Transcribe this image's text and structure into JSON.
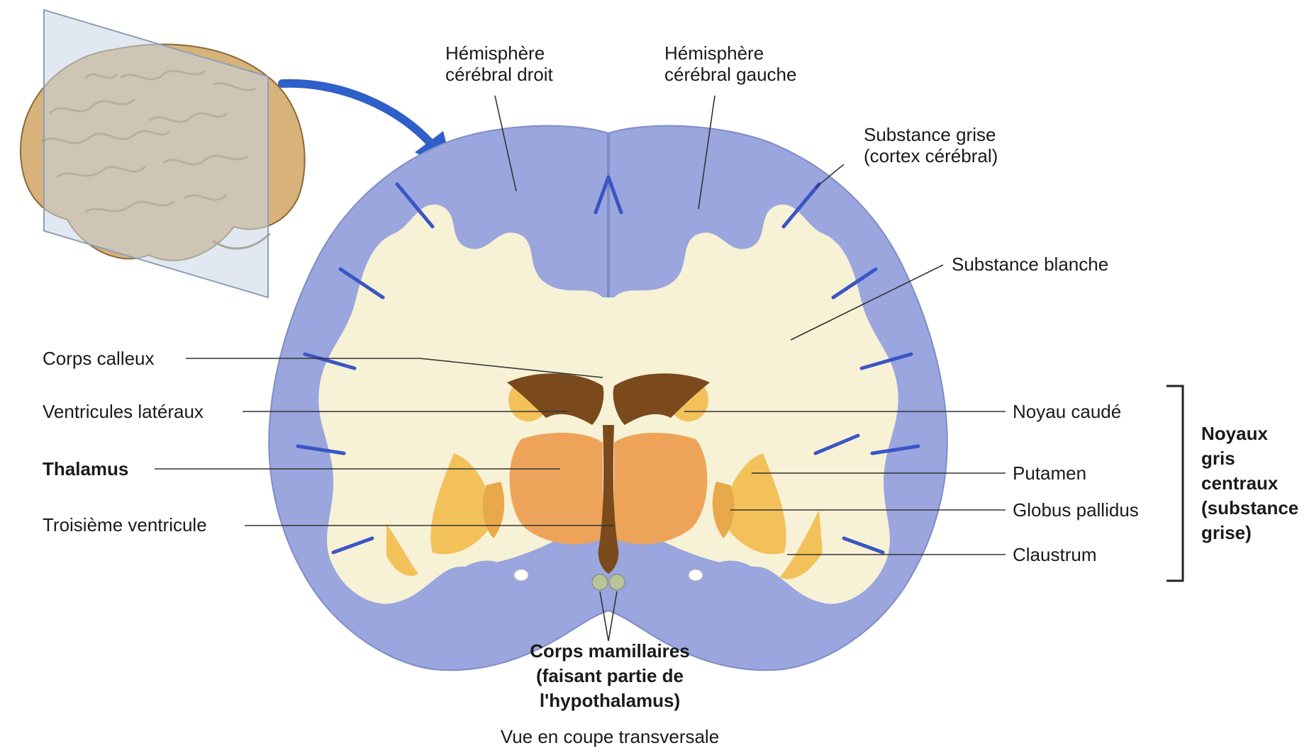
{
  "labels": {
    "hemisphere_right": [
      "Hémisphère",
      "cérébral droit"
    ],
    "hemisphere_left": [
      "Hémisphère",
      "cérébral gauche"
    ],
    "grey_matter": [
      "Substance grise",
      "(cortex cérébral)"
    ],
    "white_matter": "Substance blanche",
    "corpus_callosum": "Corps calleux",
    "lateral_ventricles": "Ventricules latéraux",
    "thalamus": "Thalamus",
    "third_ventricle": "Troisième ventricule",
    "caudate": "Noyau caudé",
    "putamen": "Putamen",
    "globus_pallidus": "Globus pallidus",
    "claustrum": "Claustrum",
    "basal_nuclei": [
      "Noyaux",
      "gris",
      "centraux",
      "(substance",
      "grise)"
    ],
    "mammillary": [
      "Corps mamillaires",
      "(faisant partie de",
      "l'hypothalamus)"
    ],
    "caption": "Vue en coupe transversale"
  },
  "colors": {
    "cortex": "#9aa6dd",
    "cortex_dark": "#3b55c4",
    "white_matter": "#f7f1d6",
    "ventricle": "#7a4a1c",
    "thalamus": "#eda45a",
    "nuclei": "#f2c15a",
    "brain_tan": "#d7b27a",
    "arrow": "#2f5fc8"
  },
  "icons": {
    "brain_thumbnail": "brain-3d-icon",
    "section_arrow": "curved-arrow-icon"
  }
}
